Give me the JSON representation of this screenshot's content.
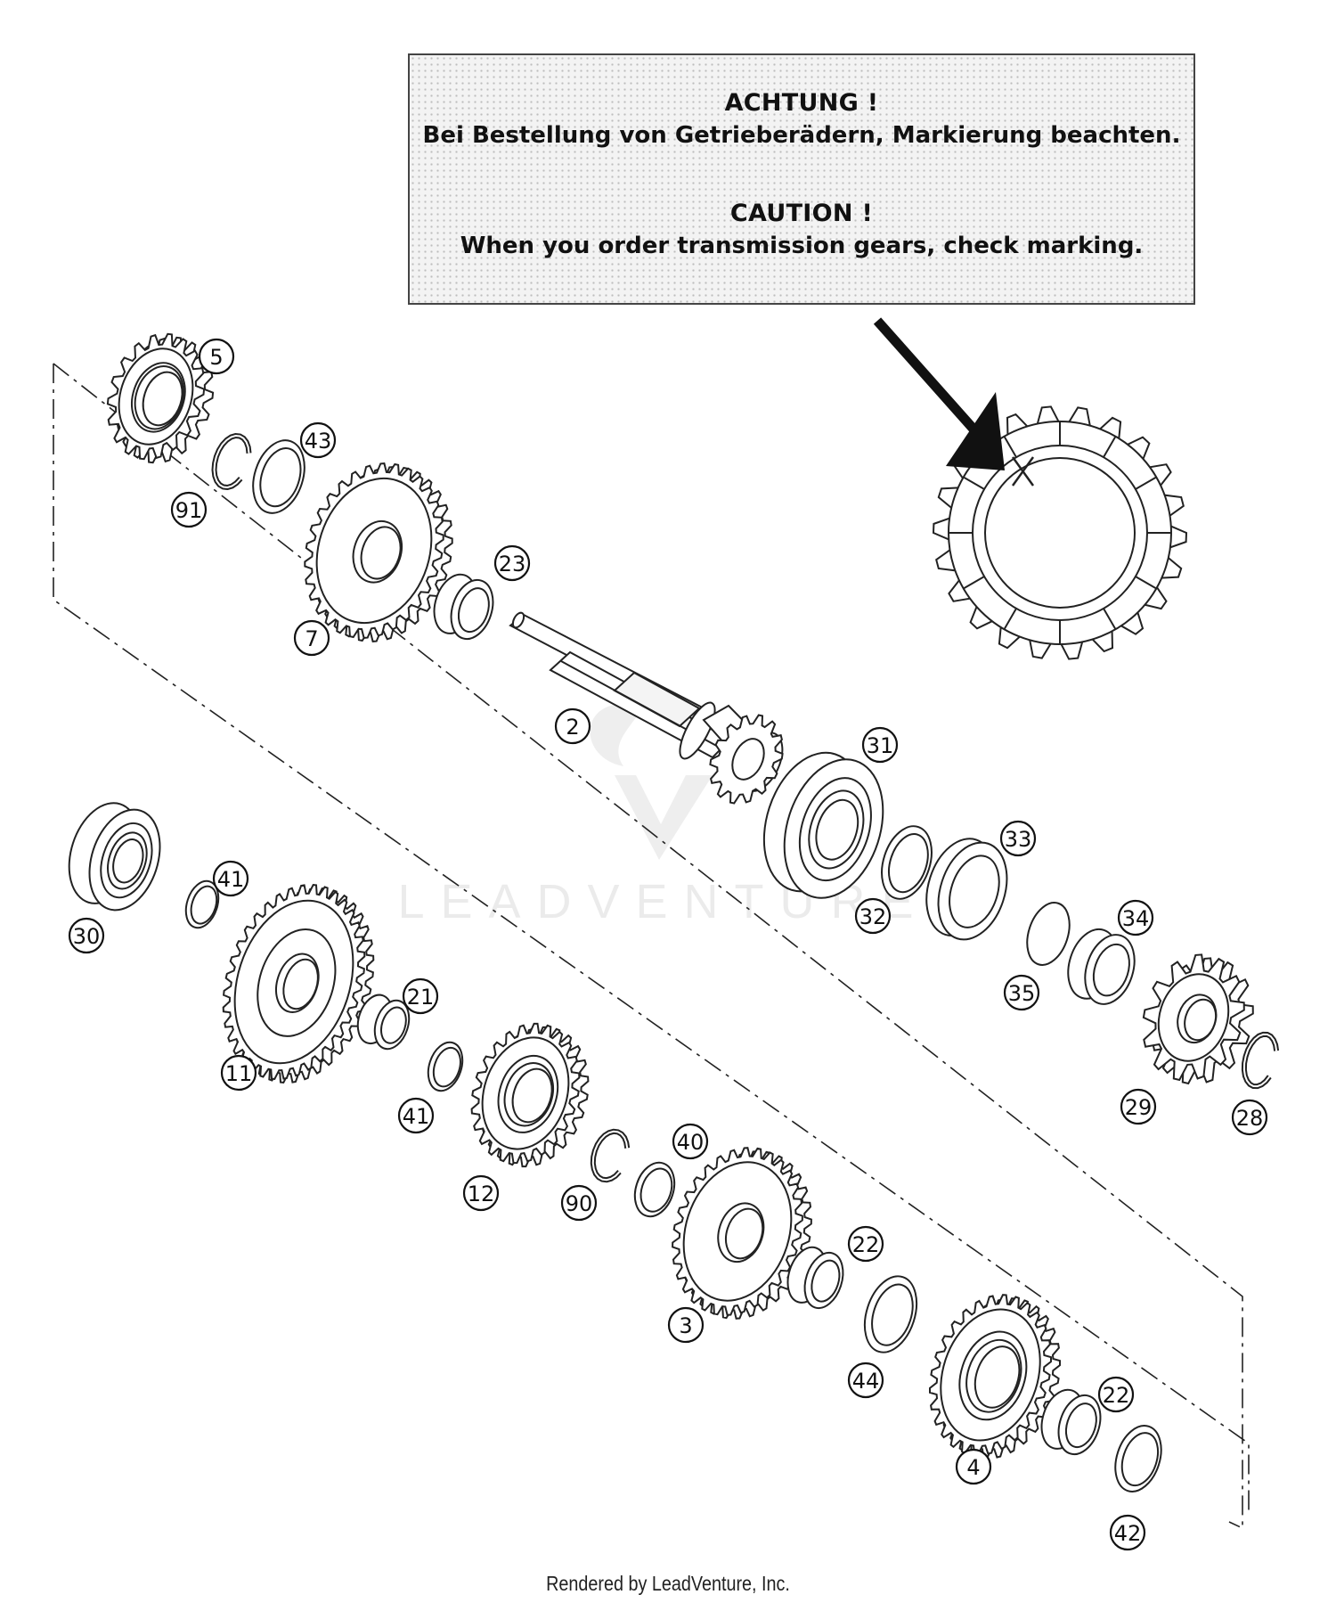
{
  "notice": {
    "heading_de": "ACHTUNG !",
    "text_de": "Bei Bestellung von Getrieberädern, Markierung beachten.",
    "heading_en": "CAUTION !",
    "text_en": "When you order transmission gears, check marking."
  },
  "watermark": "LEADVENTURE",
  "footer": "Rendered by LeadVenture, Inc.",
  "callouts": {
    "p5": "5",
    "p43": "43",
    "p91": "91",
    "p7": "7",
    "p23": "23",
    "p2": "2",
    "p31": "31",
    "p33": "33",
    "p32": "32",
    "p34": "34",
    "p35": "35",
    "p29": "29",
    "p28": "28",
    "p30": "30",
    "p41a": "41",
    "p11": "11",
    "p21": "21",
    "p41b": "41",
    "p12": "12",
    "p40": "40",
    "p90": "90",
    "p3": "3",
    "p22a": "22",
    "p44": "44",
    "p4": "4",
    "p22b": "22",
    "p42": "42"
  }
}
